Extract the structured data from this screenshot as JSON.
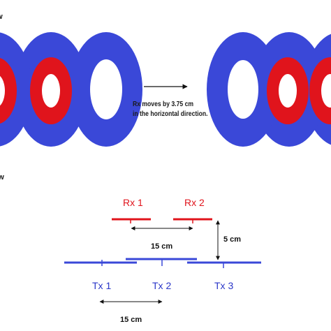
{
  "top_view": {
    "label": "iew",
    "annotation_line1": "Rx moves by 3.75 cm",
    "annotation_line2": "in the horizontal direction."
  },
  "side_view": {
    "label": "view",
    "rx1_label": "Rx 1",
    "rx2_label": "Rx 2",
    "tx1_label": "Tx 1",
    "tx2_label": "Tx 2",
    "tx3_label": "Tx 3",
    "rx_spacing_label": "15 cm",
    "vertical_gap_label": "5 cm",
    "tx_spacing_label": "15 cm"
  },
  "colors": {
    "tx_coil": "#3a48d8",
    "rx_coil": "#e0141c",
    "rx_text": "#e0141c",
    "tx_text": "#2a36c8",
    "dimension": "#111111"
  }
}
